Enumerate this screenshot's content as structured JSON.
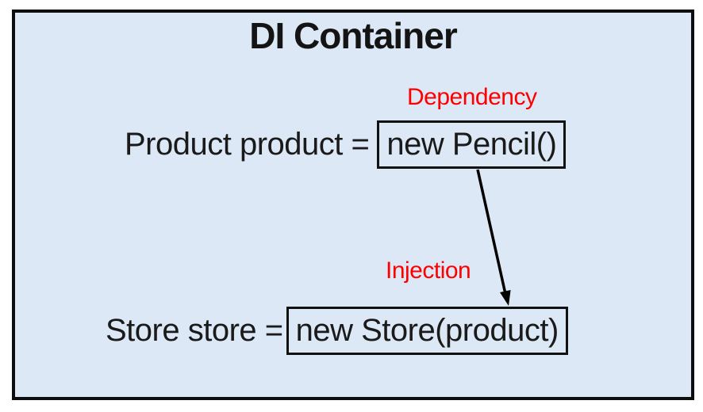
{
  "diagram": {
    "title": "DI Container",
    "colors": {
      "panel_fill": "#dce8f5",
      "panel_border": "#0d0d0d",
      "text": "#1a1a1a",
      "annotation": "#ff0000",
      "arrow": "#000000"
    },
    "annotations": {
      "dependency": "Dependency",
      "injection": "Injection"
    },
    "statements": [
      {
        "prefix": "Product product =",
        "boxed": "new Pencil()"
      },
      {
        "prefix": "Store store =",
        "boxed": "new Store(product)"
      }
    ],
    "arrow": {
      "from": "new Pencil() box",
      "to": "new Store(product) box"
    }
  }
}
